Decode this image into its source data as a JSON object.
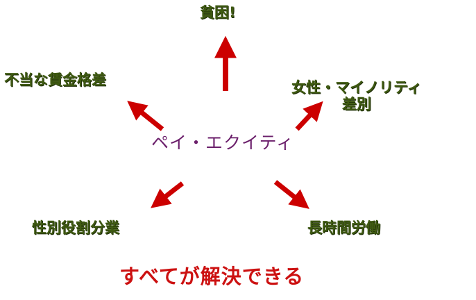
{
  "center": {
    "text": "ペイ・エクイティ"
  },
  "issues": [
    {
      "text": "貧困!"
    },
    {
      "text": "不当な賃金格差"
    },
    {
      "text": "女性・マイノリティ\n差別"
    },
    {
      "text": "性別役割分業"
    },
    {
      "text": "長時間労働"
    }
  ],
  "conclusion": {
    "text": "すべてが解決できる"
  },
  "colors": {
    "center_text": "#6b1f6b",
    "issue_text": "#3f5a12",
    "arrow": "#cc0000",
    "conclusion_text": "#cc1111"
  }
}
